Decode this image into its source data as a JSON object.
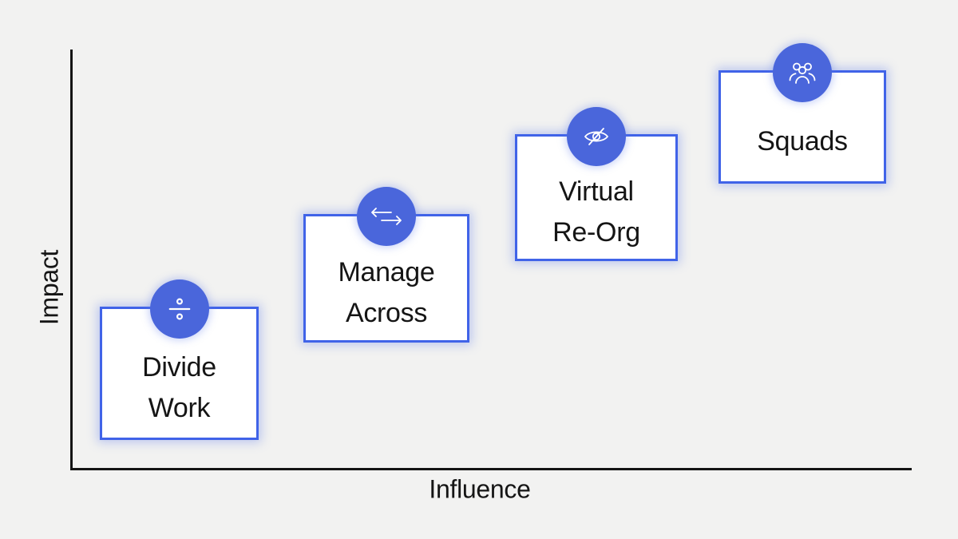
{
  "axes": {
    "y_label": "Impact",
    "x_label": "Influence"
  },
  "cards": [
    {
      "label": "Divide\nWork",
      "icon": "divide-icon"
    },
    {
      "label": "Manage\nAcross",
      "icon": "swap-arrows-icon"
    },
    {
      "label": "Virtual\nRe-Org",
      "icon": "eye-off-icon"
    },
    {
      "label": "Squads",
      "icon": "people-group-icon"
    }
  ],
  "diagram": {
    "type": "quadrantless-concept-chart",
    "reading": "Four approaches ordered low-to-high on both Impact and Influence: Divide Work, Manage Across, Virtual Re-Org, Squads"
  },
  "colors": {
    "background": "#F2F2F1",
    "card_fill": "#FFFFFF",
    "card_border": "#4063E8",
    "badge_fill": "#4A66DB",
    "icon_stroke": "#FFFFFF",
    "axis": "#141414",
    "text": "#151515"
  }
}
